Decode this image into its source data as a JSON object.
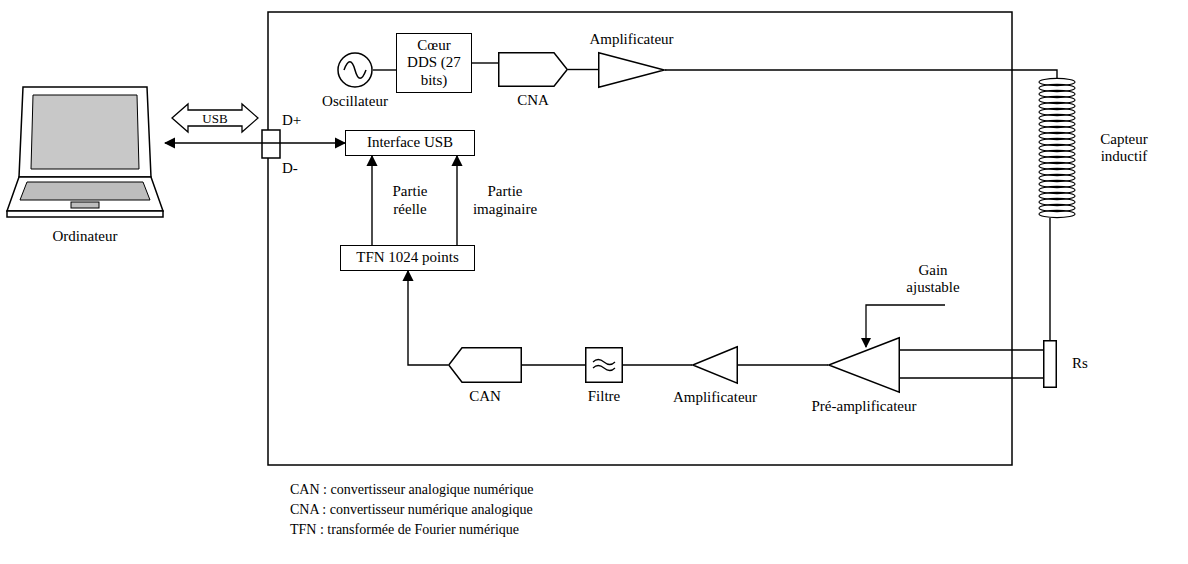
{
  "diagram": {
    "nodes": [
      {
        "text": [
          "Ordinateur"
        ]
      },
      {
        "text": [
          "Oscillateur"
        ]
      },
      {
        "text": [
          "Cœur DDS (27 bits)"
        ]
      },
      {
        "text": [
          "CNA"
        ]
      },
      {
        "text": [
          "Amplificateur"
        ]
      },
      {
        "text": [
          "Capteur inductif"
        ]
      },
      {
        "text": [
          "Rs"
        ]
      },
      {
        "text": [
          "Pré-amplificateur"
        ]
      },
      {
        "text": [
          "Amplificateur"
        ]
      },
      {
        "text": [
          "Filtre"
        ]
      },
      {
        "text": [
          "CAN"
        ]
      },
      {
        "text": [
          "TFN 1024 points"
        ]
      },
      {
        "text": [
          "Interface USB"
        ]
      }
    ],
    "edges": [
      {
        "from": 0,
        "to": 12,
        "label": "USB",
        "arrow": "both"
      },
      {
        "from": 1,
        "to": 2,
        "arrow": "none"
      },
      {
        "from": 2,
        "to": 3,
        "arrow": "none"
      },
      {
        "from": 3,
        "to": 4,
        "arrow": "none"
      },
      {
        "from": 4,
        "to": 5,
        "arrow": "none"
      },
      {
        "from": 5,
        "to": 6,
        "arrow": "none"
      },
      {
        "from": 6,
        "to": 7,
        "arrow": "none"
      },
      {
        "from": 7,
        "to": 8,
        "arrow": "none"
      },
      {
        "from": 8,
        "to": 9,
        "arrow": "none"
      },
      {
        "from": 9,
        "to": 10,
        "arrow": "none"
      },
      {
        "from": 10,
        "to": 11,
        "arrow": "to"
      },
      {
        "from": 11,
        "to": 12,
        "label": "Partie réelle",
        "arrow": "to"
      },
      {
        "from": 11,
        "to": 12,
        "label": "Partie imaginaire",
        "arrow": "to"
      }
    ],
    "labels": [
      "D+",
      "D-",
      "Gain ajustable",
      "CAN : convertisseur analogique numérique",
      "CNA : convertisseur numérique analogique",
      "TFN : transformée de Fourier numérique"
    ]
  }
}
